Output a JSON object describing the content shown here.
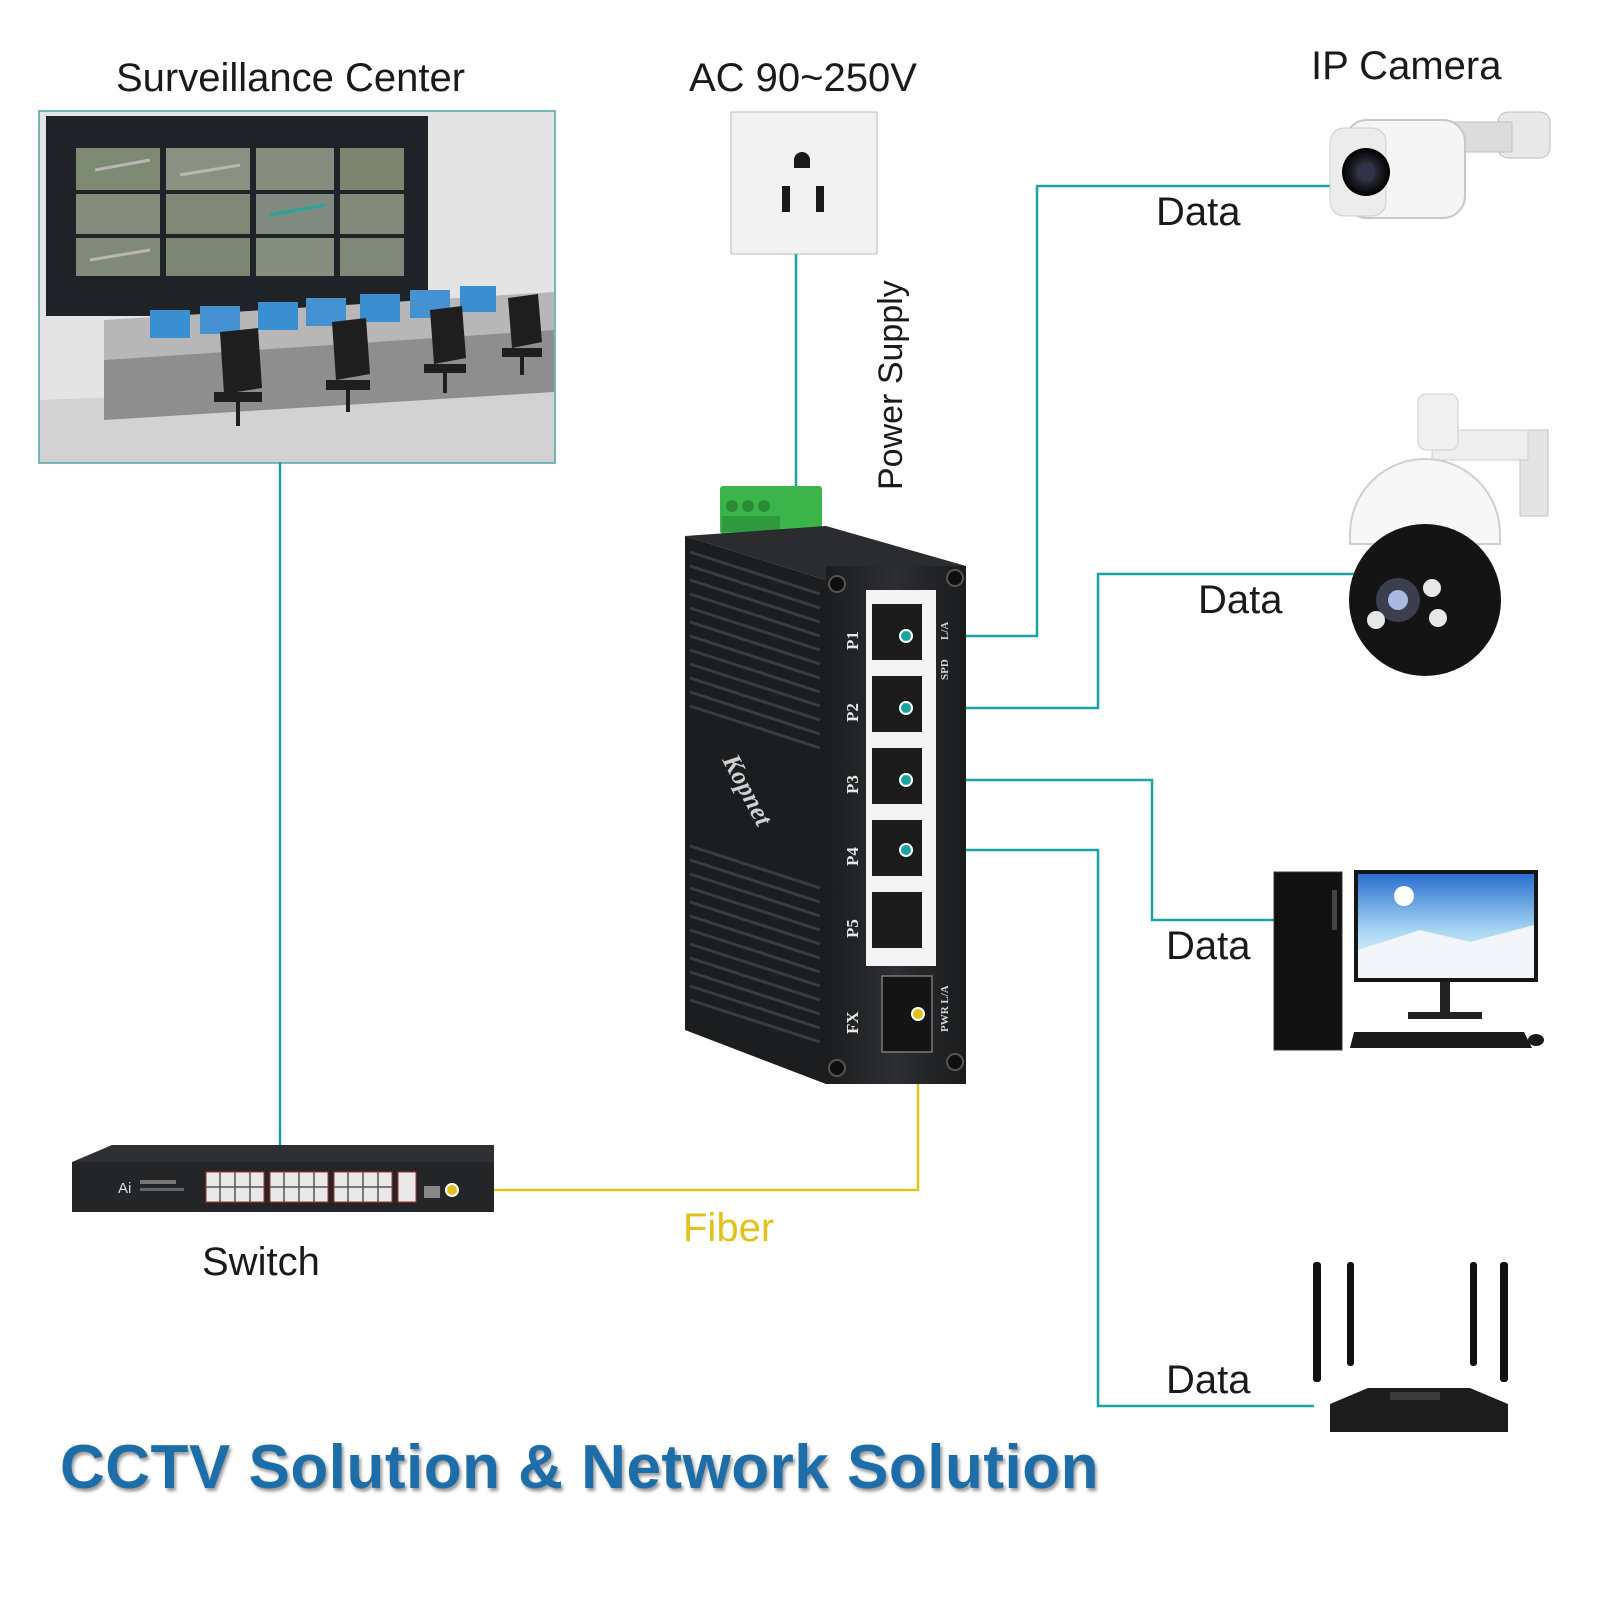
{
  "labels": {
    "surveillance_center": "Surveillance Center",
    "ac_power": "AC 90~250V",
    "ip_camera": "IP Camera",
    "power_supply": "Power Supply",
    "data_1": "Data",
    "data_2": "Data",
    "data_3": "Data",
    "data_4": "Data",
    "switch": "Switch",
    "fiber": "Fiber",
    "solution_title": "CCTV Solution & Network Solution"
  },
  "device": {
    "brand": "Kopnet",
    "ports": [
      "P1",
      "P2",
      "P3",
      "P4",
      "P5",
      "FX"
    ],
    "led_labels": [
      "L/A",
      "SPD",
      "PWR L/A"
    ],
    "switch_logo": "Ai"
  },
  "colors": {
    "data_line": "#1aa3a3",
    "fiber_line": "#e2c21a",
    "title": "#1d6ea8",
    "switch_body": "#232527",
    "terminal": "#3bb54a"
  }
}
